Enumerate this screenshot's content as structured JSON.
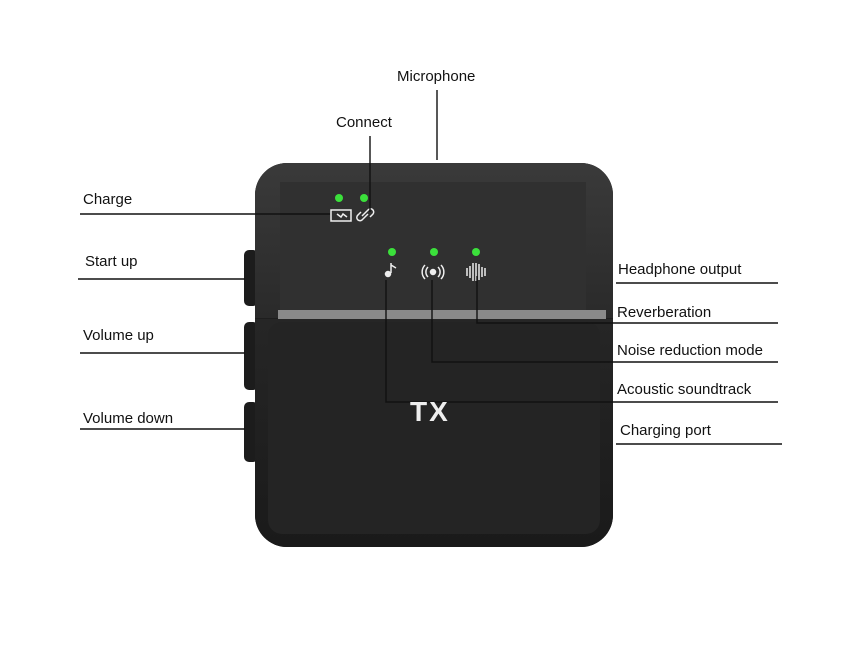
{
  "device": {
    "name": "TX",
    "led_color": "#3be03b"
  },
  "labels": {
    "microphone": "Microphone",
    "connect": "Connect",
    "charge": "Charge",
    "start_up": "Start up",
    "volume_up": "Volume up",
    "volume_down": "Volume down",
    "headphone_output": "Headphone output",
    "reverberation": "Reverberation",
    "noise_reduction_mode": "Noise reduction mode",
    "acoustic_soundtrack": "Acoustic soundtrack",
    "charging_port": "Charging port"
  }
}
